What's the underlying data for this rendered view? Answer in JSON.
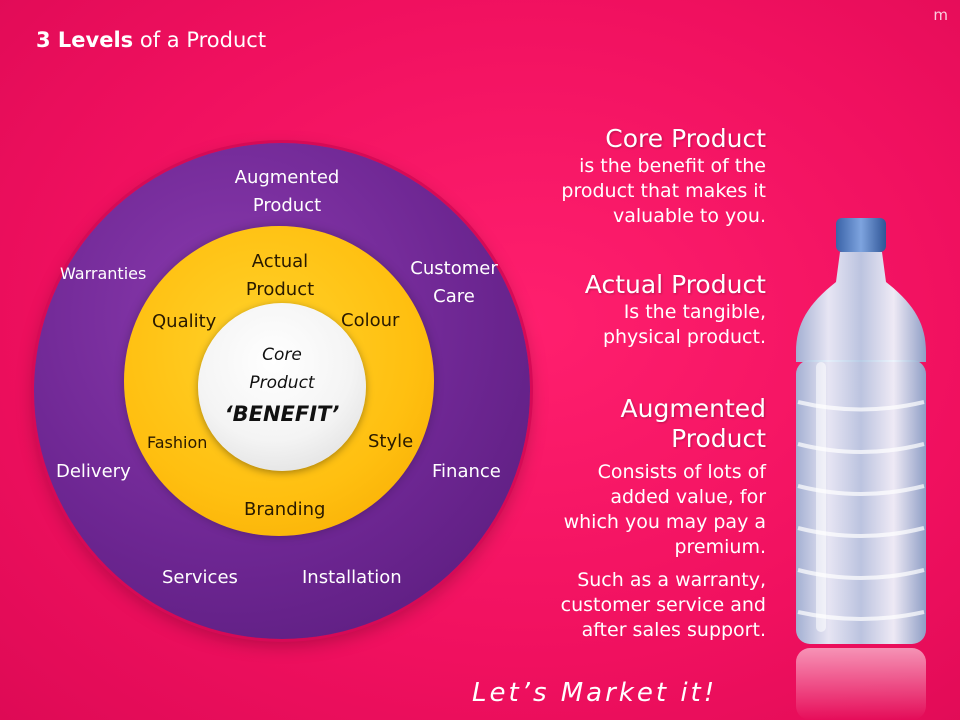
{
  "corner_mark": "m",
  "title": {
    "bold": "3 Levels",
    "rest": " of a Product"
  },
  "diagram": {
    "outer": {
      "heading_lines": [
        "Augmented",
        "Product"
      ],
      "warranties": "Warranties",
      "customer_care_lines": [
        "Customer",
        "Care"
      ],
      "delivery": "Delivery",
      "finance": "Finance",
      "services": "Services",
      "installation": "Installation"
    },
    "middle": {
      "heading_lines": [
        "Actual",
        "Product"
      ],
      "quality": "Quality",
      "colour": "Colour",
      "fashion": "Fashion",
      "style": "Style",
      "branding": "Branding"
    },
    "core": {
      "heading_lines": [
        "Core",
        "Product"
      ],
      "benefit": "‘BENEFIT’"
    }
  },
  "descriptions": {
    "core": {
      "heading": "Core Product",
      "body": [
        "is the benefit of the",
        "product that makes it",
        "valuable to you."
      ]
    },
    "actual": {
      "heading": "Actual Product",
      "body": [
        "Is the  tangible,",
        "physical product."
      ]
    },
    "augmented": {
      "heading_lines": [
        "Augmented",
        "Product"
      ],
      "body": [
        "Consists of lots of",
        "added value, for",
        "which you may pay a",
        "premium."
      ],
      "body2": [
        "Such as a warranty,",
        "customer service and",
        "after sales support."
      ]
    }
  },
  "footer": "Let’s  Market it!",
  "colors": {
    "background": "#f0105f",
    "outer_ring": "#6d2692",
    "middle_ring": "#ffbf10",
    "core": "#f4f4f4"
  },
  "icons": {
    "bottle": "water-bottle-image"
  }
}
